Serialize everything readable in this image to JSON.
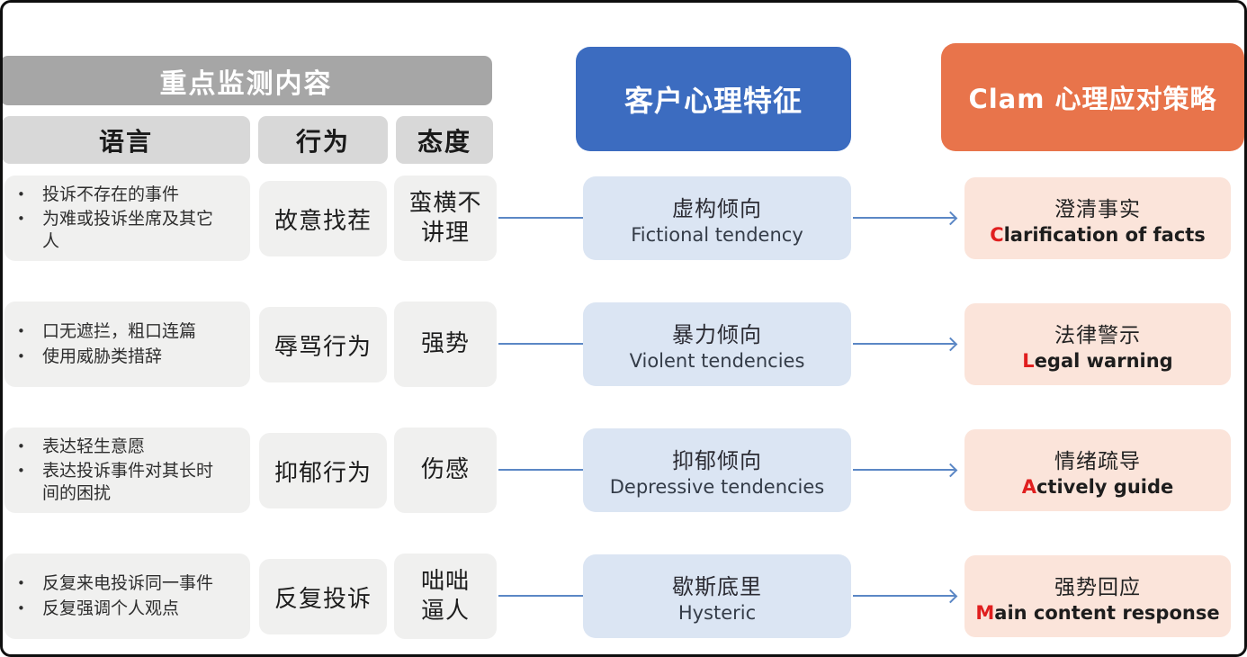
{
  "header": {
    "monitor_title": "重点监测内容",
    "col_language": "语言",
    "col_behavior": "行为",
    "col_attitude": "态度",
    "psych_title": "客户心理特征",
    "strategy_title": "Clam 心理应对策略"
  },
  "rows": [
    {
      "language_bullets": [
        "投诉不存在的事件",
        "为难或投诉坐席及其它人"
      ],
      "behavior": "故意找茬",
      "attitude_lines": [
        "蛮横不",
        "讲理"
      ],
      "psychology": {
        "zh": "虚构倾向",
        "en": "Fictional tendency"
      },
      "strategy": {
        "zh": "澄清事实",
        "en_initial": "C",
        "en_rest": "larification of facts"
      }
    },
    {
      "language_bullets": [
        "口无遮拦，粗口连篇",
        "使用威胁类措辞"
      ],
      "behavior": "辱骂行为",
      "attitude_lines": [
        "强势"
      ],
      "psychology": {
        "zh": "暴力倾向",
        "en": "Violent tendencies"
      },
      "strategy": {
        "zh": "法律警示",
        "en_initial": "L",
        "en_rest": "egal warning"
      }
    },
    {
      "language_bullets": [
        "表达轻生意愿",
        "表达投诉事件对其长时间的困扰"
      ],
      "behavior": "抑郁行为",
      "attitude_lines": [
        "伤感"
      ],
      "psychology": {
        "zh": "抑郁倾向",
        "en": "Depressive tendencies"
      },
      "strategy": {
        "zh": "情绪疏导",
        "en_initial": "A",
        "en_rest": "ctively guide"
      }
    },
    {
      "language_bullets": [
        "反复来电投诉同一事件",
        "反复强调个人观点"
      ],
      "behavior": "反复投诉",
      "attitude_lines": [
        "咄咄",
        "逼人"
      ],
      "psychology": {
        "zh": "歇斯底里",
        "en": "Hysteric"
      },
      "strategy": {
        "zh": "强势回应",
        "en_initial": "M",
        "en_rest": "ain content response"
      }
    }
  ],
  "bullet_glyph": "•",
  "colors": {
    "monitor_header_bg": "#a6a6a6",
    "subheader_bg": "#d8d8d8",
    "content_box_bg": "#f0f0ef",
    "psych_header_bg": "#3c6cc0",
    "psych_box_bg": "#dbe5f3",
    "strategy_header_bg": "#e8744b",
    "strategy_box_bg": "#fbe4da",
    "arrow": "#5b87c5",
    "strategy_initial": "#e01f1f"
  }
}
